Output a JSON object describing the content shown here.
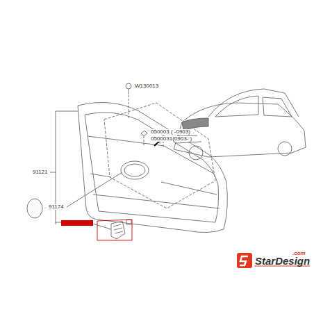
{
  "diagram": {
    "labels": [
      "W130013",
      "050003 ( -0903)",
      "0500031(0903- )",
      "91121",
      "91174",
      "StarDesign",
      ".com"
    ]
  }
}
